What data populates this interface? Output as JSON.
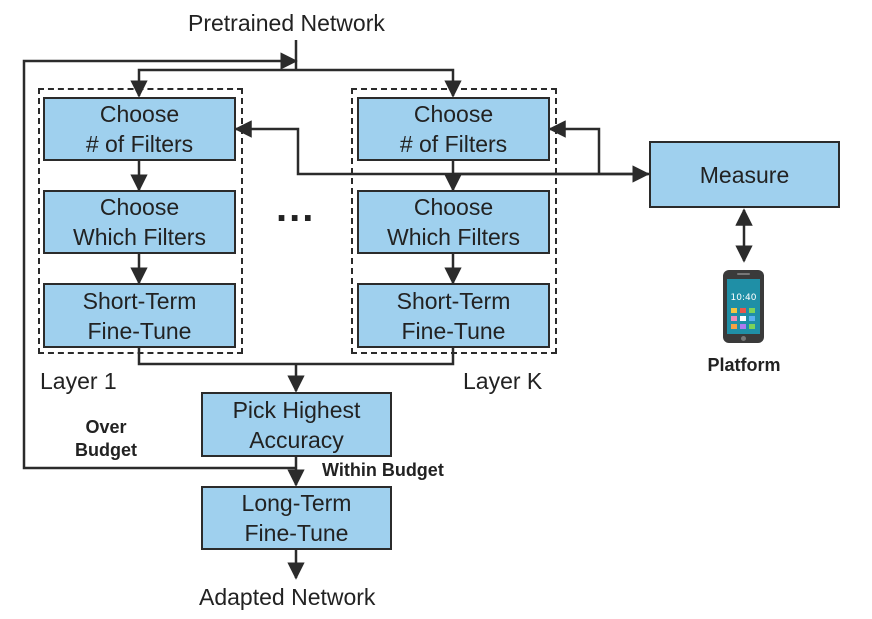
{
  "diagram": {
    "input_label": "Pretrained Network",
    "output_label": "Adapted Network",
    "layer_first": {
      "name": "Layer 1",
      "steps": [
        "Choose\n# of Filters",
        "Choose\nWhich Filters",
        "Short-Term\nFine-Tune"
      ]
    },
    "layer_last": {
      "name": "Layer K",
      "steps": [
        "Choose\n# of Filters",
        "Choose\nWhich Filters",
        "Short-Term\nFine-Tune"
      ]
    },
    "ellipsis": "...",
    "pick": "Pick Highest\nAccuracy",
    "long_term": "Long-Term\nFine-Tune",
    "measure": "Measure",
    "platform": "Platform",
    "phone_time": "10:40",
    "edge_over_budget": "Over\nBudget",
    "edge_within_budget": "Within Budget"
  },
  "colors": {
    "box_fill": "#9fd0ee",
    "stroke": "#2b2b2b",
    "phone_body": "#3a3a3a",
    "phone_screen": "#1f8fa6"
  }
}
